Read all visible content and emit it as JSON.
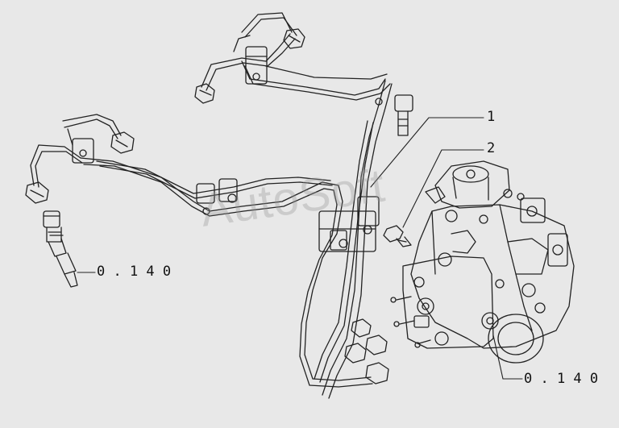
{
  "callouts": {
    "part_1": "1",
    "part_2": "2",
    "ref_injector": "0 . 1 4 0",
    "ref_pump": "0 . 1 4 0"
  },
  "watermark": "AutoSoft",
  "colors": {
    "background": "#e8e8e8",
    "line": "#222222"
  }
}
